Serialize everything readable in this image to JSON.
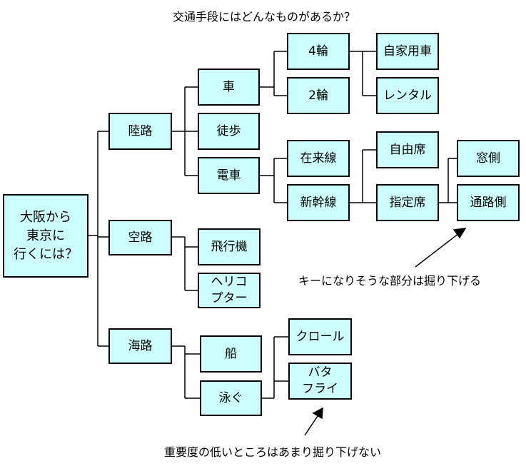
{
  "title": "交通手段にはどんなものがあるか？",
  "annotations": {
    "key_part": "キーになりそうな部分は掘り下げる",
    "low_importance": "重要度の低いところはあまり掘り下げない"
  },
  "nodes": {
    "root": "大阪から\n東京に\n行くには？",
    "land": "陸路",
    "air": "空路",
    "sea": "海路",
    "car": "車",
    "walk": "徒歩",
    "train": "電車",
    "airplane": "飛行機",
    "helicopter": "ヘリコ\nプター",
    "ship": "船",
    "swim": "泳ぐ",
    "four_wheel": "4輪",
    "two_wheel": "2輪",
    "conventional": "在来線",
    "shinkansen": "新幹線",
    "crawl": "クロール",
    "butterfly": "バタ\nフライ",
    "private_car": "自家用車",
    "rental": "レンタル",
    "unreserved": "自由席",
    "reserved": "指定席",
    "window_seat": "窓側",
    "aisle_seat": "通路側"
  },
  "colors": {
    "node_fill": "#ccffff",
    "border": "#000000"
  }
}
